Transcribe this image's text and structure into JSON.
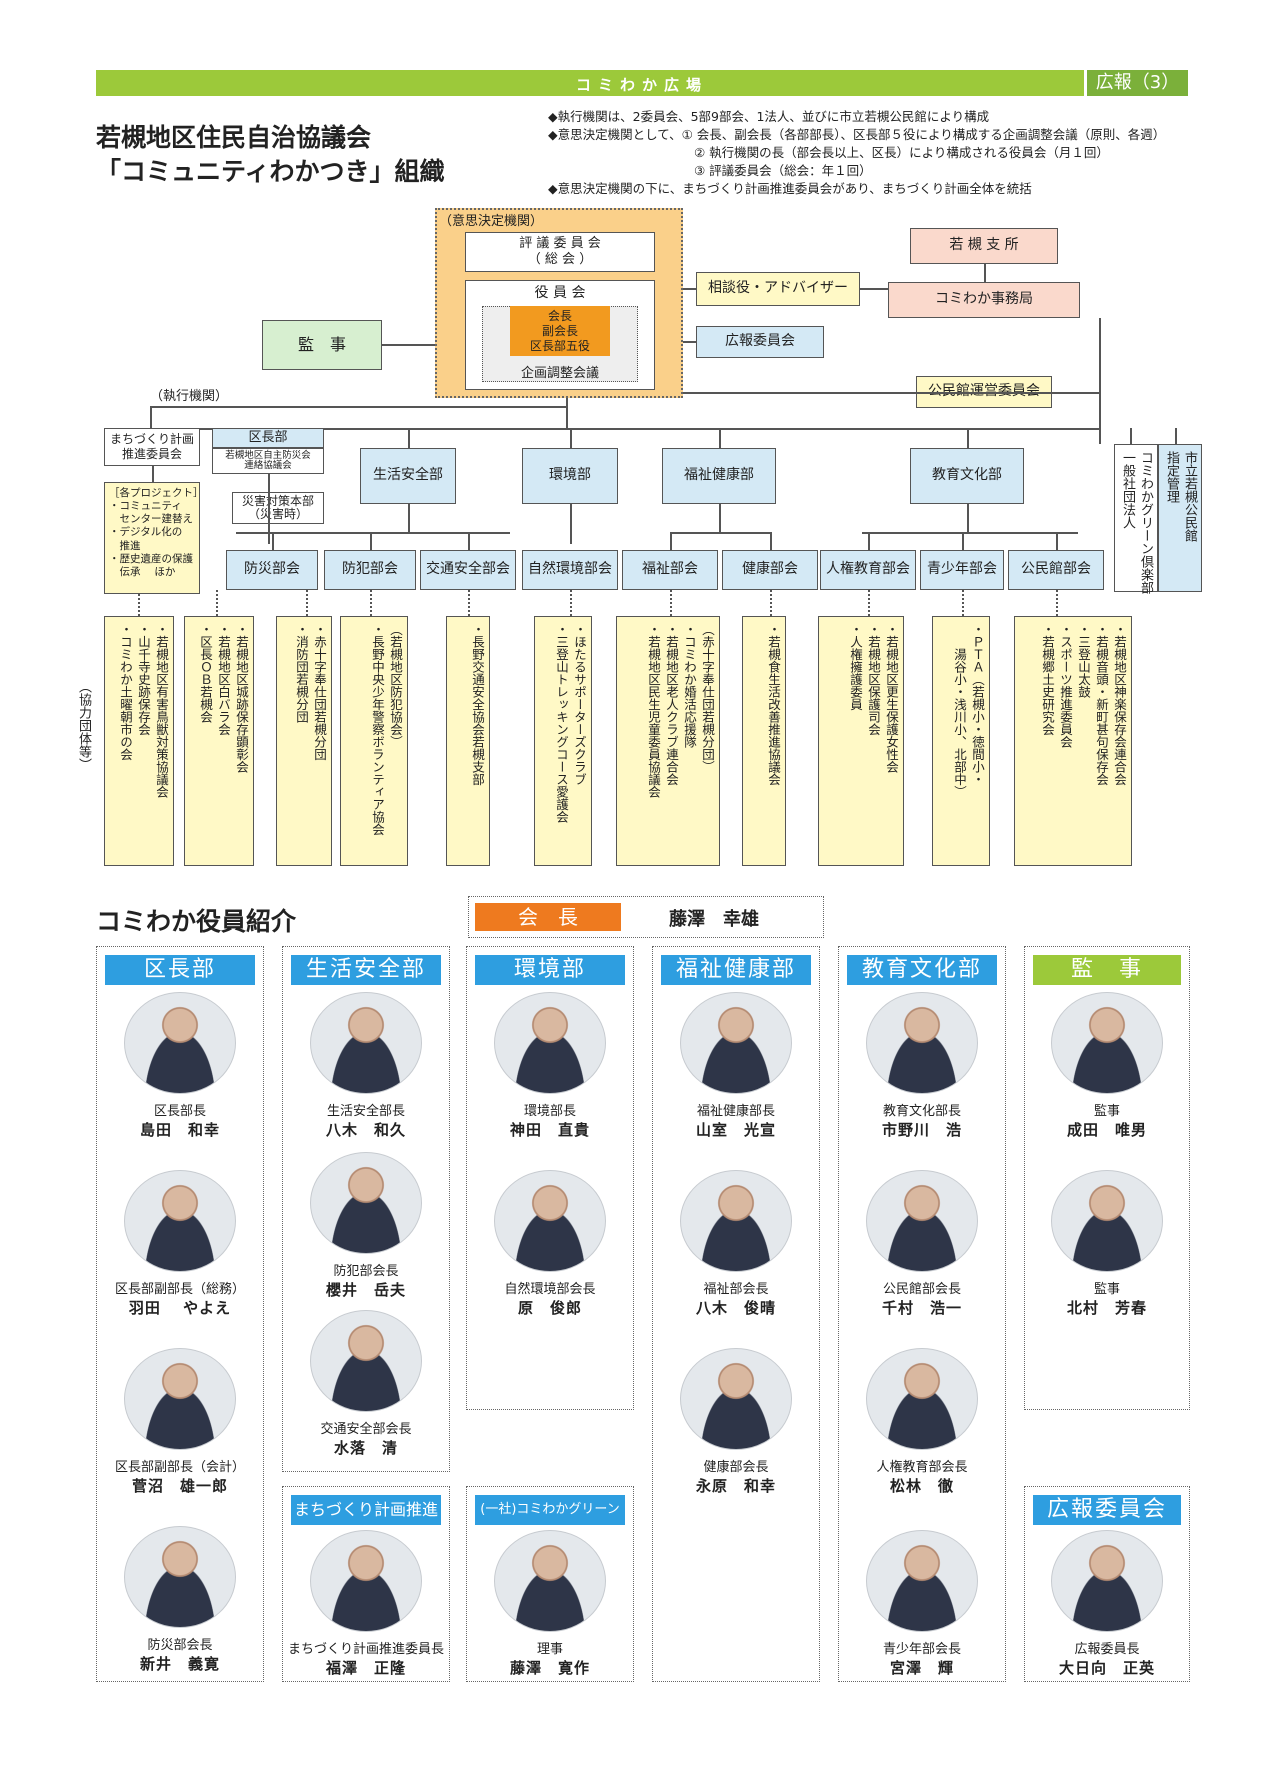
{
  "header": {
    "section": "コミわか広場",
    "page": "広報（3）"
  },
  "title": {
    "line1": "若槻地区住民自治協議会",
    "line2": "「コミュニティわかつき」組織"
  },
  "notes": [
    "◆執行機関は、2委員会、5部9部会、1法人、並びに市立若槻公民館により構成",
    "◆意思決定機関として、① 会長、副会長（各部部長）、区長部５役により構成する企画調整会議（原則、各週）",
    "② 執行機関の長（部会長以上、区長）により構成される役員会（月１回）",
    "③ 評議委員会（総会：年１回）",
    "◆意思決定機関の下に、まちづくり計画推進委員会があり、まちづくり計画全体を統括"
  ],
  "org": {
    "decision_label": "（意思決定機関）",
    "council": "評 議 委 員 会\n（ 総 会 ）",
    "board": "役 員 会",
    "exec_core": "会長\n副会長\n区長部五役",
    "planning": "企画調整会議",
    "advisor": "相談役・アドバイザー",
    "branch": "若 槻 支 所",
    "office": "コミわか事務局",
    "auditor": "監　事",
    "pr_committee": "広報委員会",
    "kominkan_committee": "公民館運営委員会",
    "exec_label": "（執行機関）",
    "machi": "まちづくり計画\n推進委員会",
    "kucho": "区長部",
    "bosai_council": "若槻地区自主防災会\n連絡協議会",
    "disaster": "災害対策本部\n（災害時）",
    "projects": "［各プロジェクト］\n・コミュニティ\n　センター建替え\n・デジタル化の\n　推進\n・歴史遺産の保護\n　伝承　 ほか",
    "depts": [
      "生活安全部",
      "環境部",
      "福祉健康部",
      "教育文化部"
    ],
    "green_club": "コミわかグリーン倶楽部\n一般社団法人",
    "kominkan": "市立若槻公民館\n指定管理",
    "subs": [
      "防災部会",
      "防犯部会",
      "交通安全部会",
      "自然環境部会",
      "福祉部会",
      "健康部会",
      "人権教育部会",
      "青少年部会",
      "公民館部会"
    ],
    "coop_label": "（協力団体等）",
    "coops": [
      "・若槻地区有害鳥獣対策協議会\n・山千寺史跡保存会\n・コミわか土曜朝市の会",
      "・若槻地区城跡保存顕彰会\n・若槻地区白バラ会\n・区長ＯＢ若槻会",
      "・赤十字奉仕団若槻分団\n・消防団若槻分団",
      "（若槻地区防犯協会）\n・長野中央少年警察ボランティア協会",
      "・長野交通安全協会若槻支部",
      "・ほたるサポーターズクラブ\n・三登山トレッキングコース愛護会",
      "（赤十字奉仕団若槻分団）\n・コミわか婚活応援隊\n・若槻地区老人クラブ連合会\n・若槻地区民生児童委員協議会",
      "・若槻食生活改善推進協議会",
      "・若槻地区更生保護女性会\n・若槻地区保護司会\n・人権擁護委員",
      "・ＰＴＡ（若槻小・徳間小・\n　　湯谷小・浅川小、北部中）",
      "・若槻地区神楽保存会連合会\n・若槻音頭・新町甚句保存会\n・三登山太鼓\n・スポーツ推進委員会\n・若槻郷土史研究会"
    ]
  },
  "officers": {
    "title": "コミわか役員紹介",
    "president_label": "会　長",
    "president_name": "藤澤　幸雄",
    "sections": [
      {
        "head": "区長部",
        "people": [
          {
            "role": "区長部長",
            "name": "島田　和幸"
          },
          {
            "role": "区長部副部長（総務）",
            "name": "羽田　 やよえ"
          },
          {
            "role": "区長部副部長（会計）",
            "name": "菅沼　雄一郎"
          },
          {
            "role": "防災部会長",
            "name": "新井　義寛"
          }
        ]
      },
      {
        "head": "生活安全部",
        "people": [
          {
            "role": "生活安全部長",
            "name": "八木　和久"
          },
          {
            "role": "防犯部会長",
            "name": "櫻井　岳夫"
          },
          {
            "role": "交通安全部会長",
            "name": "水落　清"
          }
        ]
      },
      {
        "head": "まちづくり計画推進委員",
        "people": [
          {
            "role": "まちづくり計画推進委員長",
            "name": "福澤　正隆"
          }
        ]
      },
      {
        "head": "環境部",
        "people": [
          {
            "role": "環境部長",
            "name": "神田　直貴"
          },
          {
            "role": "自然環境部会長",
            "name": "原　俊郎"
          }
        ]
      },
      {
        "head": "(一社)コミわかグリーン倶楽部",
        "people": [
          {
            "role": "理事",
            "name": "藤澤　寛作"
          }
        ]
      },
      {
        "head": "福祉健康部",
        "people": [
          {
            "role": "福祉健康部長",
            "name": "山室　光宣"
          },
          {
            "role": "福祉部会長",
            "name": "八木　俊晴"
          },
          {
            "role": "健康部会長",
            "name": "永原　和幸"
          }
        ]
      },
      {
        "head": "教育文化部",
        "people": [
          {
            "role": "教育文化部長",
            "name": "市野川　浩"
          },
          {
            "role": "公民館部会長",
            "name": "千村　浩一"
          },
          {
            "role": "人権教育部会長",
            "name": "松林　徹"
          },
          {
            "role": "青少年部会長",
            "name": "宮澤　輝"
          }
        ]
      },
      {
        "head": "監　事",
        "people": [
          {
            "role": "監事",
            "name": "成田　唯男"
          },
          {
            "role": "監事",
            "name": "北村　芳春"
          }
        ]
      },
      {
        "head": "広報委員会",
        "people": [
          {
            "role": "広報委員長",
            "name": "大日向　正英"
          }
        ]
      }
    ]
  }
}
